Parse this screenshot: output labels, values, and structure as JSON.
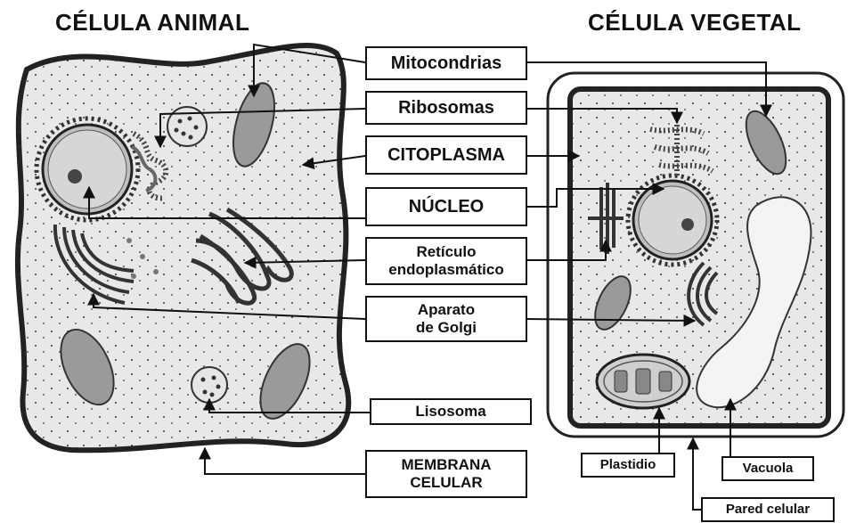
{
  "titles": {
    "animal": "CÉLULA ANIMAL",
    "vegetal": "CÉLULA VEGETAL"
  },
  "labels": {
    "mitocondrias": "Mitocondrias",
    "ribosomas": "Ribosomas",
    "citoplasma": "CITOPLASMA",
    "nucleo": "NÚCLEO",
    "reticulo": "Retículo\nendoplasmático",
    "golgi": "Aparato\nde Golgi",
    "lisosoma": "Lisosoma",
    "membrana": "MEMBRANA\nCELULAR",
    "plastidio": "Plastidio",
    "vacuola": "Vacuola",
    "pared": "Pared celular"
  }
}
